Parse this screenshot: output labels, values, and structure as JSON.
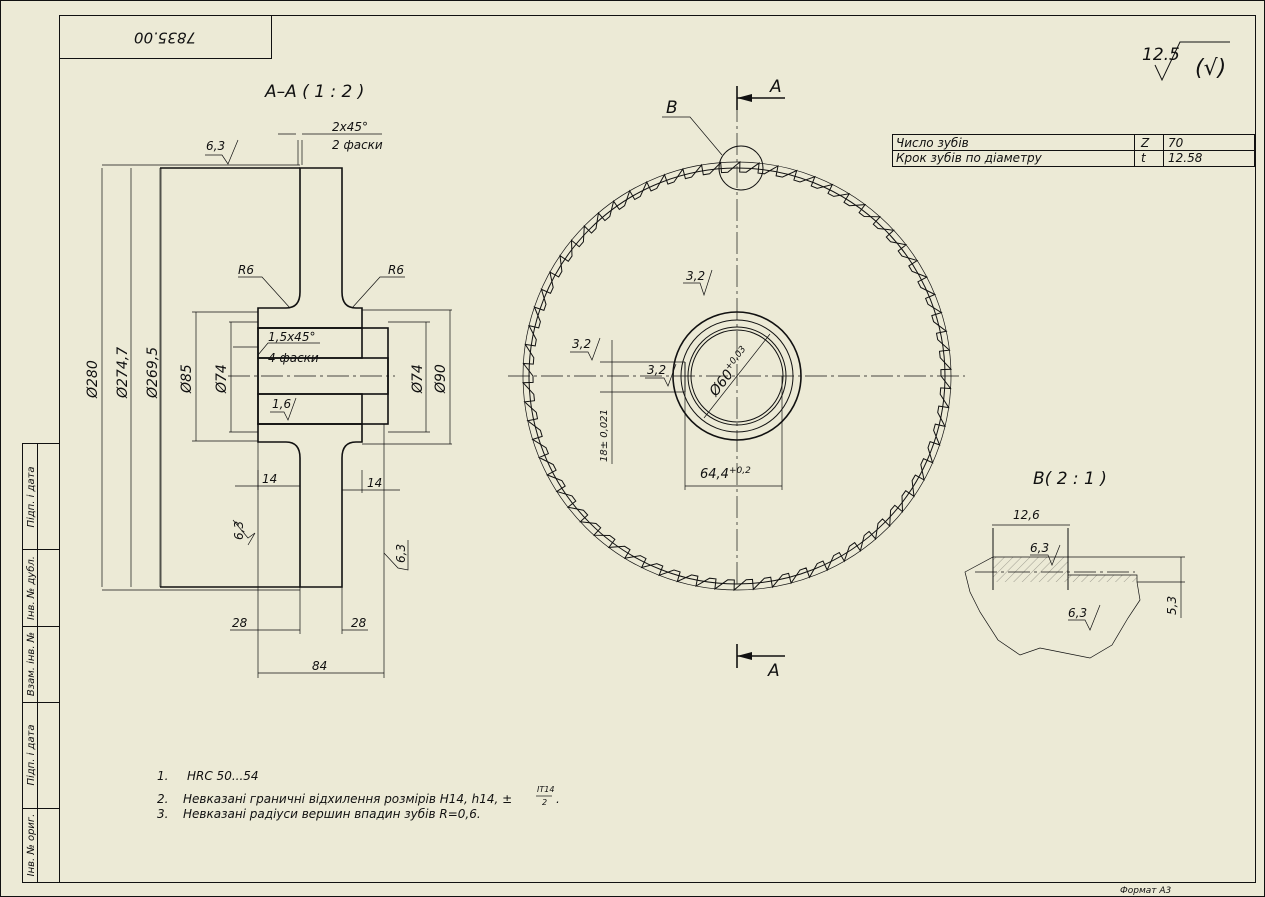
{
  "drawing_number": "7835.00",
  "roughness_default": "12.5",
  "roughness_other": "(√)",
  "section_title": "A–A ( 1 : 2 )",
  "detail_title": "B( 2 : 1 )",
  "section_marks": {
    "top": "A",
    "bottom": "A",
    "detail": "B"
  },
  "chamfer_top": {
    "size": "2x45°",
    "note": "2 фаски"
  },
  "chamfer_bore": {
    "size": "1,5x45°",
    "note": "4 фаски"
  },
  "radius_left": "R6",
  "radius_right": "R6",
  "rough": {
    "r1": "6,3",
    "r2": "1,6",
    "r3": "6,3",
    "r4": "6,3",
    "r5": "3,2",
    "r6": "3,2",
    "r7": "3,2",
    "r8": "6,3",
    "r9": "6,3"
  },
  "dims_section": {
    "d280": "Ø280",
    "d274": "Ø274,7",
    "d269": "Ø269,5",
    "d85": "Ø85",
    "d74l": "Ø74",
    "d74r": "Ø74",
    "d90": "Ø90",
    "w14l": "14",
    "w14r": "14",
    "w28l": "28",
    "w28r": "28",
    "w84": "84"
  },
  "dims_front": {
    "bore": "Ø60",
    "bore_tol": "+0,03",
    "key": "18± 0,021",
    "hub": "64,4",
    "hub_tol": "+0,2"
  },
  "dims_detail": {
    "pitch": "12,6",
    "height": "5,3"
  },
  "gear_table": [
    {
      "label": "Число зубів",
      "symbol": "Z",
      "value": "70"
    },
    {
      "label": "Крок зубів по діаметру",
      "symbol": "t",
      "value": "12.58"
    }
  ],
  "notes": [
    {
      "num": "1.",
      "text": "HRC 50...54"
    },
    {
      "num": "2.",
      "text": "Невказані граничні відхилення розмірів Н14, h14, ±",
      "frac_num": "IT14",
      "frac_den": "2",
      "tail": "."
    },
    {
      "num": "3.",
      "text": "Невказані радіуси вершин впадин зубів R=0,6."
    }
  ],
  "side_stamps": [
    "Підп. і дата",
    "Інв. № дубл.",
    "Взам. інв. №",
    "Підп. і дата",
    "Інв. № ориг."
  ],
  "format_label": "Формат А3"
}
